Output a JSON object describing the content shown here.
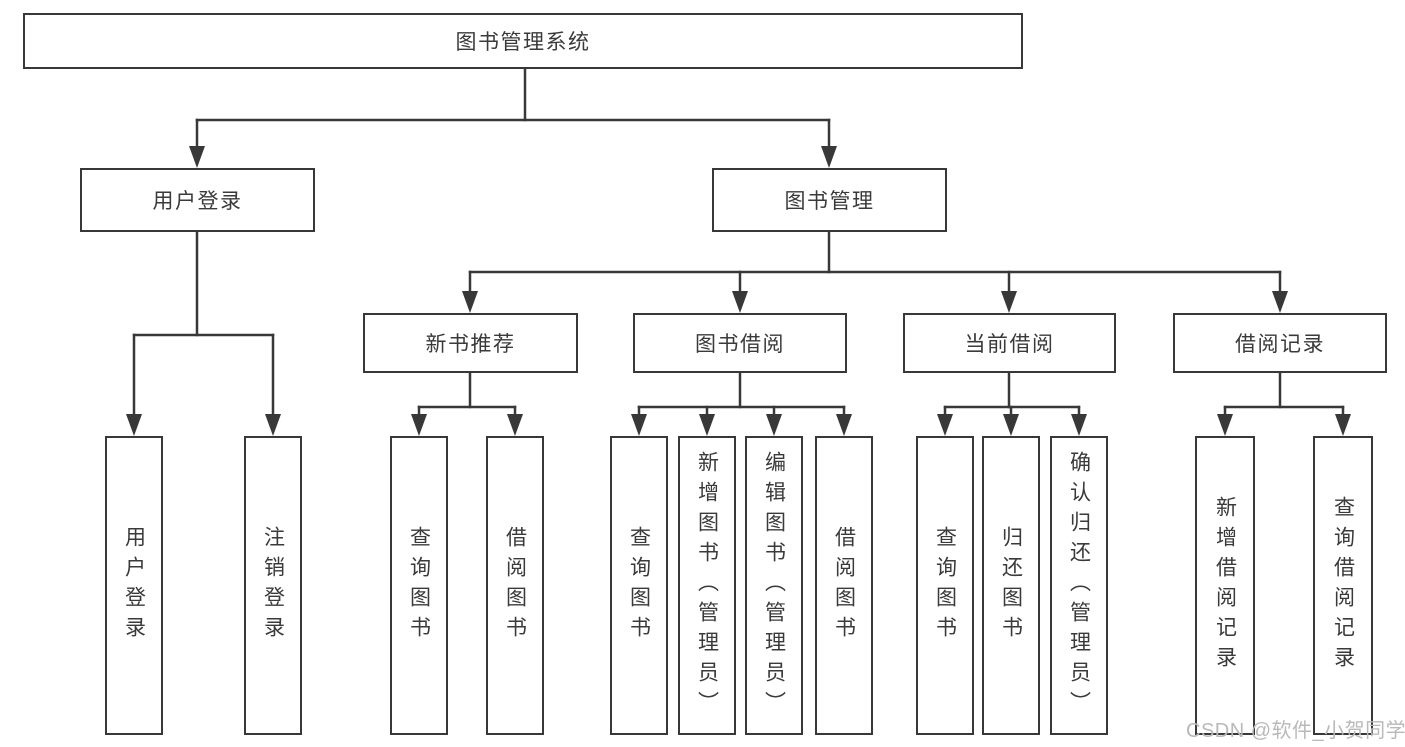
{
  "diagram": {
    "title": "图书管理系统",
    "watermark": "CSDN @软件_小贺同学",
    "colors": {
      "line": "#383838",
      "text": "#3a3a3a",
      "box_background": "#ffffff",
      "watermark": "#b9b9b9"
    },
    "tree": {
      "root": {
        "label": "图书管理系统"
      },
      "branches": [
        {
          "label": "用户登录",
          "leaves": [
            "用户登录",
            "注销登录"
          ]
        },
        {
          "label": "图书管理",
          "children": [
            {
              "label": "新书推荐",
              "leaves": [
                "查询图书",
                "借阅图书"
              ]
            },
            {
              "label": "图书借阅",
              "leaves": [
                "查询图书",
                "新增图书（管理员）",
                "编辑图书（管理员）",
                "借阅图书"
              ]
            },
            {
              "label": "当前借阅",
              "leaves": [
                "查询图书",
                "归还图书",
                "确认归还（管理员）"
              ]
            },
            {
              "label": "借阅记录",
              "leaves": [
                "新增借阅记录",
                "查询借阅记录"
              ]
            }
          ]
        }
      ]
    }
  }
}
